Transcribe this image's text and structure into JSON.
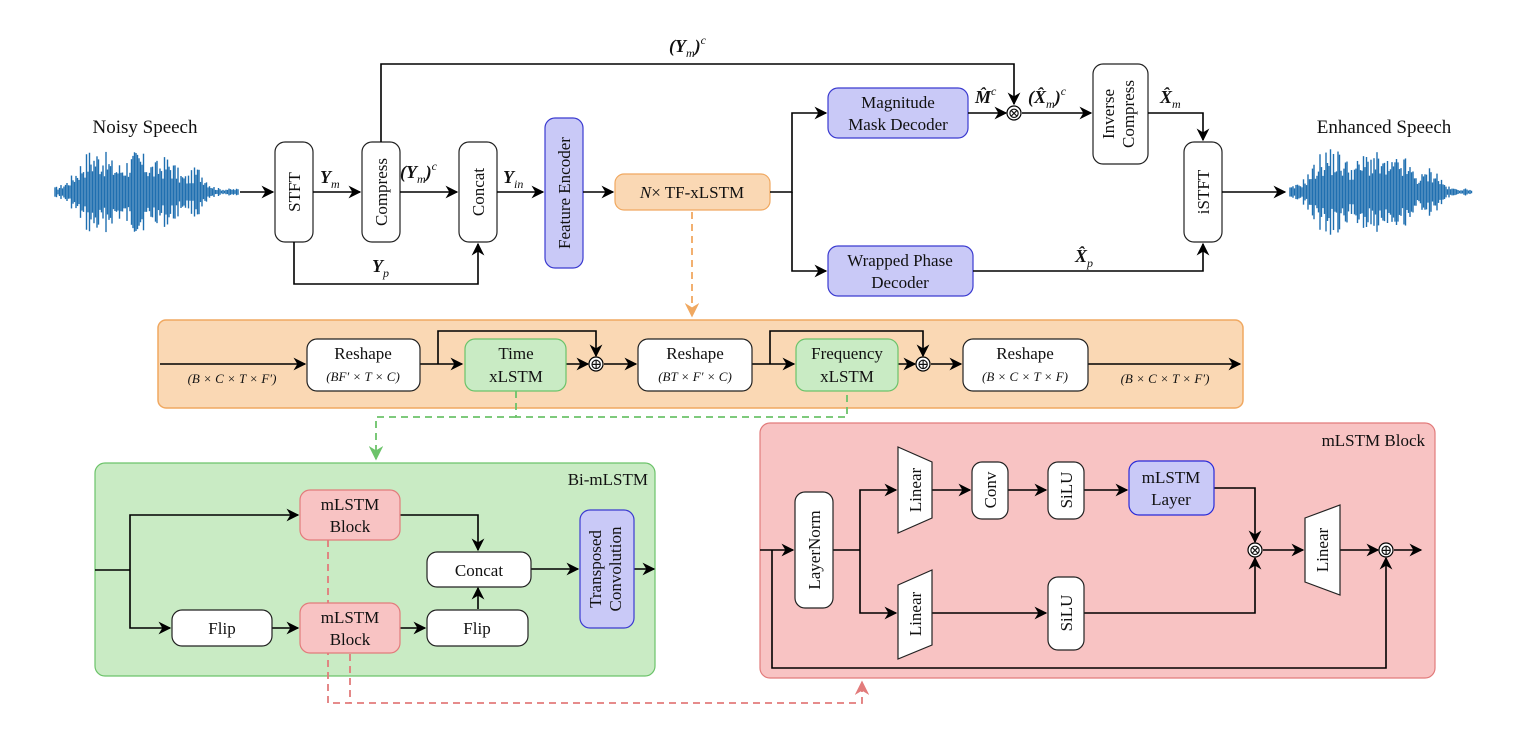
{
  "labels": {
    "noisy_speech": "Noisy Speech",
    "enhanced_speech": "Enhanced Speech",
    "stft": "STFT",
    "compress": "Compress",
    "concat": "Concat",
    "feature_encoder": "Feature Encoder",
    "tf_xlstm": "TF-xLSTM",
    "tf_xlstm_prefix": "N",
    "tf_xlstm_times": "×",
    "mag_decoder_1": "Magnitude",
    "mag_decoder_2": "Mask Decoder",
    "phase_decoder_1": "Wrapped Phase",
    "phase_decoder_2": "Decoder",
    "inverse_1": "Inverse",
    "inverse_2": "Compress",
    "istft": "iSTFT",
    "reshape": "Reshape",
    "time": "Time",
    "frequency": "Frequency",
    "xlstm": "xLSTM",
    "bi_mlstm": "Bi-mLSTM",
    "mlstm": "mLSTM",
    "block": "Block",
    "flip": "Flip",
    "transposed": "Transposed",
    "convolution": "Convolution",
    "mlstm_block_title": "mLSTM Block",
    "layernorm": "LayerNorm",
    "linear": "Linear",
    "conv": "Conv",
    "silu": "SiLU",
    "layer": "Layer"
  },
  "math": {
    "Ym": "Y",
    "Ym_sub": "m",
    "Yp": "Y",
    "Yp_sub": "p",
    "Yin": "Y",
    "Yin_sub": "in",
    "Ymc_top": "(Y",
    "Ymc_top_rest": ")",
    "c": "c",
    "Mhat": "M̂",
    "Xmc": "(X̂",
    "Xm": "X̂",
    "Xp": "X̂",
    "m": "m",
    "p": "p",
    "otimes": "⊗",
    "oplus": "⊕"
  },
  "dims": {
    "d1": "(B × C × T × F′)",
    "d2": "(BF′ × T × C)",
    "d3": "(BT × F′ × C)",
    "d4": "(B × C × T × F)",
    "d5": "(B × C × T × F′)"
  },
  "colors": {
    "blue": "#c9c9f7",
    "green": "#c9ebc4",
    "red": "#f8c3c3",
    "orange": "#fad8b4",
    "wave": "#1f6fb0"
  }
}
